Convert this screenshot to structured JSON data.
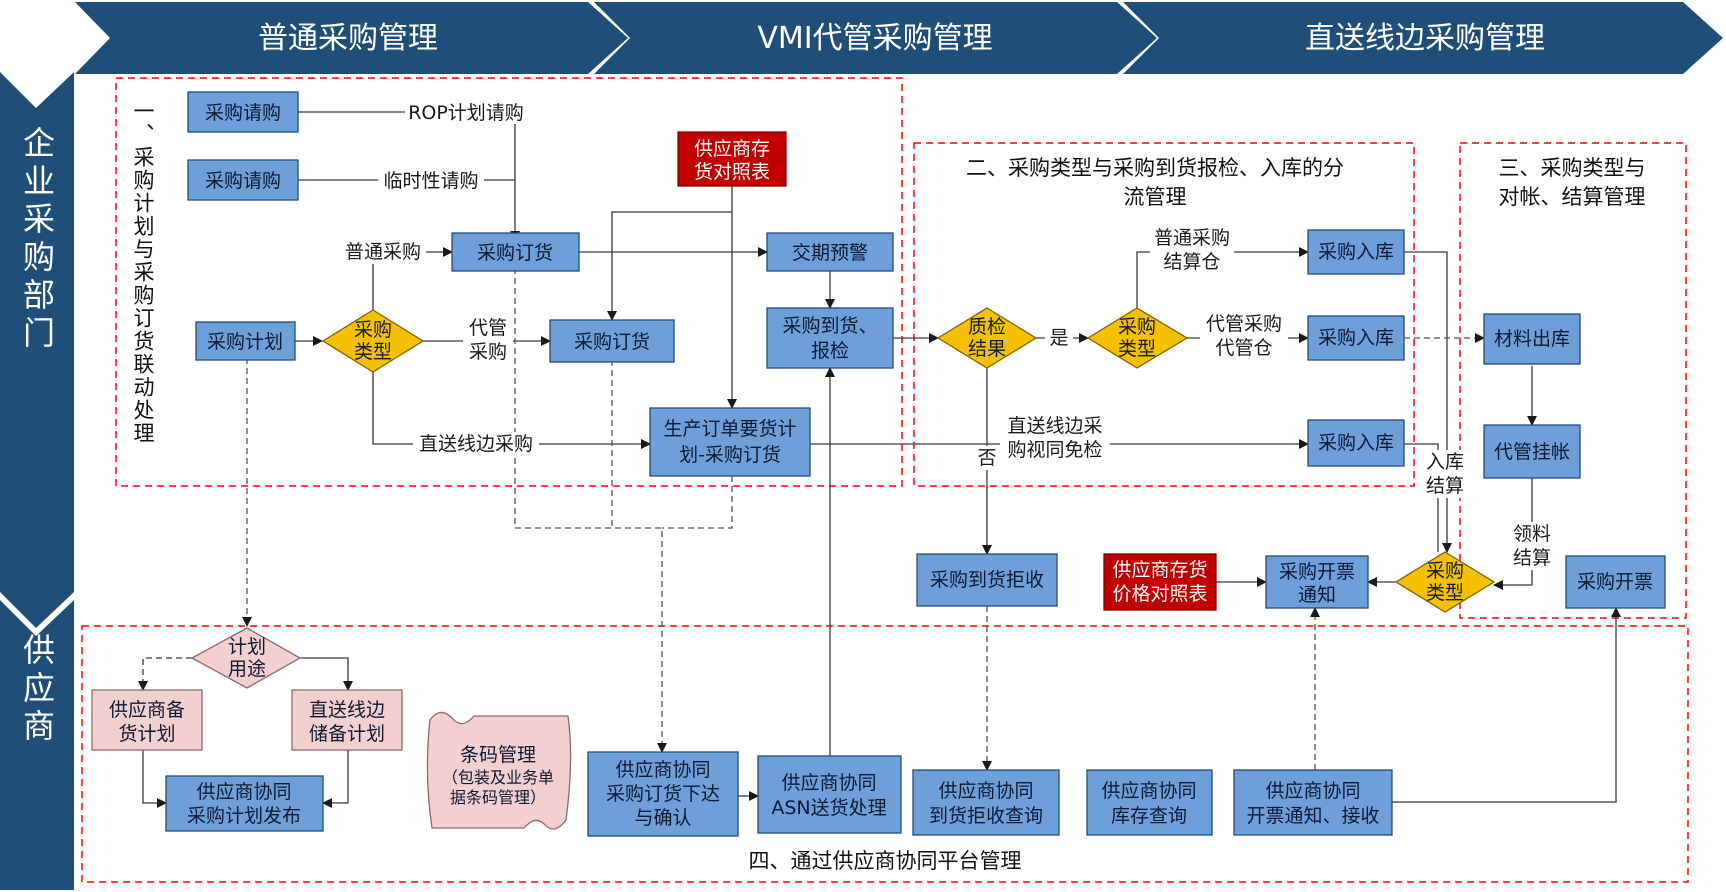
{
  "colors": {
    "header": "#1f4e79",
    "box_fill": "#6f9fd8",
    "box_stroke": "#1f4e79",
    "decision_fill": "#f5c000",
    "decision_stroke": "#7f6000",
    "red_fill": "#c00000",
    "pink_fill": "#f2d0d0",
    "pink_stroke": "#8c6a6a",
    "dash_red": "#ff0000",
    "line": "#3a3a3a"
  },
  "header": {
    "tab1": "普通采购管理",
    "tab2": "VMI代管采购管理",
    "tab3": "直送线边采购管理"
  },
  "side": {
    "enterprise": "企业采购部门",
    "supplier": "供应商"
  },
  "sections": {
    "s1": "一、采购计划与采购订货联动处理",
    "s2_line1": "二、采购类型与采购到货报检、入库的分",
    "s2_line2": "流管理",
    "s3_line1": "三、采购类型与",
    "s3_line2": "对帐、结算管理",
    "s4": "四、通过供应商协同平台管理"
  },
  "boxes": {
    "req1": "采购请购",
    "req2": "采购请购",
    "supplier_stock_line1": "供应商存",
    "supplier_stock_line2": "货对照表",
    "order1": "采购订货",
    "due_warning": "交期预警",
    "plan": "采购计划",
    "order2": "采购订货",
    "arrival_line1": "采购到货、",
    "arrival_line2": "报检",
    "prod_order_line1": "生产订单要货计",
    "prod_order_line2": "划-采购订货",
    "in1": "采购入库",
    "in2": "采购入库",
    "in3": "采购入库",
    "material_out": "材料出库",
    "consign_acct": "代管挂帐",
    "reject": "采购到货拒收",
    "price_table_line1": "供应商存货",
    "price_table_line2": "价格对照表",
    "invoice_notice_line1": "采购开票",
    "invoice_notice_line2": "通知",
    "invoice": "采购开票",
    "sup_backup_line1": "供应商备",
    "sup_backup_line2": "货计划",
    "direct_backup_line1": "直送线边",
    "direct_backup_line2": "储备计划",
    "collab_plan_line1": "供应商协同",
    "collab_plan_line2": "采购计划发布",
    "barcode_line1": "条码管理",
    "barcode_line2": "（包装及业务单",
    "barcode_line3": "据条码管理）",
    "collab_order_line1": "供应商协同",
    "collab_order_line2": "采购订货下达",
    "collab_order_line3": "与确认",
    "collab_asn_line1": "供应商协同",
    "collab_asn_line2": "ASN送货处理",
    "collab_reject_line1": "供应商协同",
    "collab_reject_line2": "到货拒收查询",
    "collab_stock_line1": "供应商协同",
    "collab_stock_line2": "库存查询",
    "collab_invoice_line1": "供应商协同",
    "collab_invoice_line2": "开票通知、接收"
  },
  "decisions": {
    "ptype_line1": "采购",
    "ptype_line2": "类型",
    "qc_line1": "质检",
    "qc_line2": "结果",
    "ptype2_line1": "采购",
    "ptype2_line2": "类型",
    "ptype3_line1": "采购",
    "ptype3_line2": "类型",
    "plan_use_line1": "计划",
    "plan_use_line2": "用途"
  },
  "edge_labels": {
    "rop": "ROP计划请购",
    "temp": "临时性请购",
    "normal": "普通采购",
    "consign_line1": "代管",
    "consign_line2": "采购",
    "direct": "直送线边采购",
    "yes": "是",
    "no": "否",
    "normal_wh_line1": "普通采购",
    "normal_wh_line2": "结算仓",
    "consign_wh_line1": "代管采购",
    "consign_wh_line2": "代管仓",
    "direct_free_line1": "直送线边采",
    "direct_free_line2": "购视同免检",
    "in_settle_line1": "入库",
    "in_settle_line2": "结算",
    "pick_settle_line1": "领料",
    "pick_settle_line2": "结算"
  }
}
